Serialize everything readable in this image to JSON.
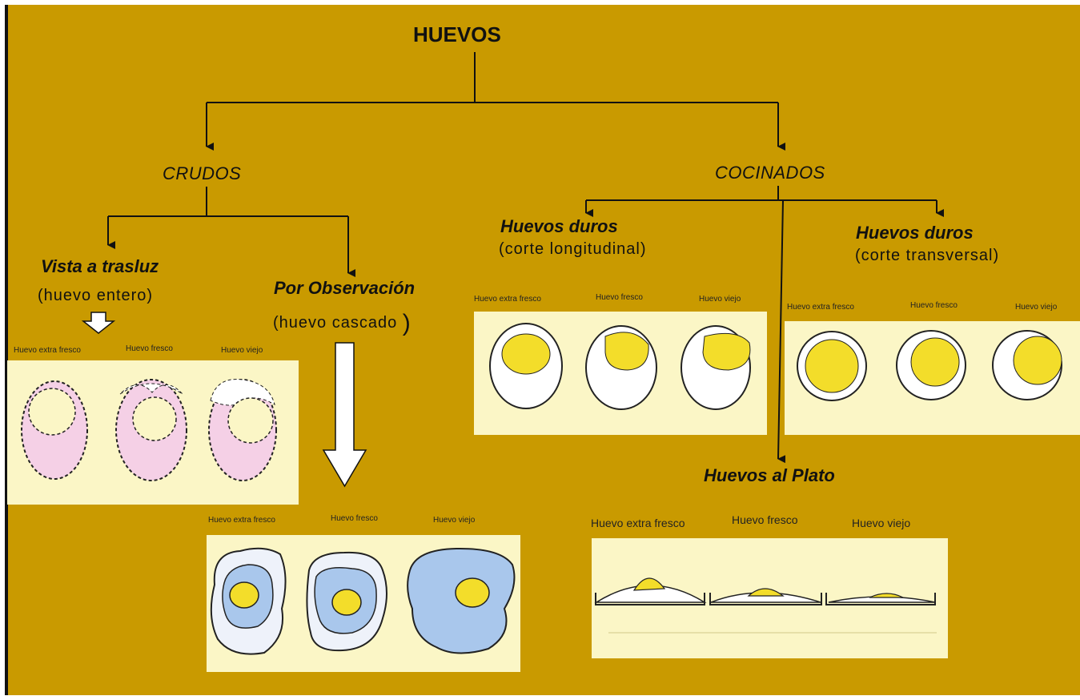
{
  "title": "HUEVOS",
  "categories": {
    "raw": "CRUDOS",
    "cooked": "COCINADOS"
  },
  "raw": {
    "backlight": {
      "title": "Vista a trasluz",
      "subtitle": "(huevo entero)"
    },
    "observation": {
      "title": "Por Observación",
      "subtitle_text": "(huevo cascado",
      "subtitle_close": ")"
    }
  },
  "cooked": {
    "hard_long": {
      "title": "Huevos duros",
      "subtitle": "(corte longitudinal)"
    },
    "hard_trans": {
      "title": "Huevos duros",
      "subtitle": "(corte transversal)"
    },
    "plate": {
      "title": "Huevos al Plato"
    }
  },
  "freshness_labels": [
    "Huevo extra fresco",
    "Huevo fresco",
    "Huevo viejo"
  ],
  "colors": {
    "background": "#c99a00",
    "panel": "#fbf6c6",
    "yolk": "#f3dd2a",
    "candled_shell": "#f5d0e6",
    "white_thick": "#a9c7ec",
    "white_thin": "#eef2fa"
  }
}
